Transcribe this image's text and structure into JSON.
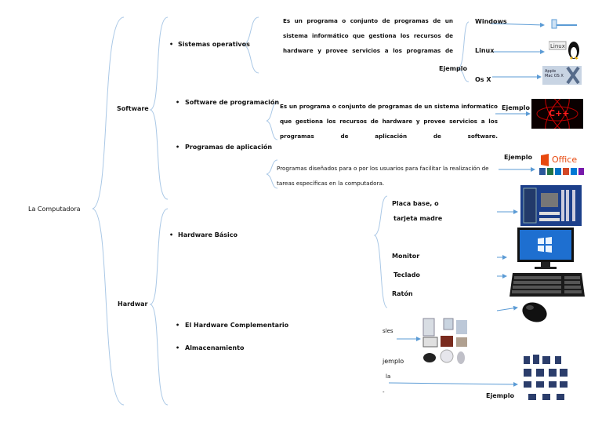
{
  "root": {
    "label": "La Computadora"
  },
  "software": {
    "label": "Software",
    "so": {
      "label": "Sistemas operativos",
      "definition": "Es un programa o conjunto de programas de un sistema informático que gestiona los recursos de hardware y provee servicios a los programas de",
      "example_label": "Ejemplo",
      "examples": [
        "Windows",
        "Linux",
        "Os X"
      ]
    },
    "prog": {
      "label": "Software de programación",
      "definition": "Es un programa o conjunto de programas de un sistema informatico que gestiona los recursos de hardware y provee servicios a los programas de aplicación de software.",
      "example_label": "Ejemplo",
      "logo_text": "C++"
    },
    "apps": {
      "label": "Programas de aplicación",
      "definition": "Programas diseñados para o por los usuarios para facilitar la realización de tareas específicas en la computadora.",
      "example_label": "Ejemplo",
      "logo_text": "Office"
    }
  },
  "hardware": {
    "label": "Hardwar",
    "basic": {
      "label": "Hardware Básico",
      "items": [
        "Placa base, o",
        "tarjeta madre",
        "Monitor",
        "Teclado",
        "Ratón"
      ]
    },
    "complementary": {
      "label": "El Hardware Complementario",
      "fragments": [
        "sles",
        "jemplo",
        "la",
        "-"
      ]
    },
    "storage": {
      "label": "Almacenamiento",
      "example_label": "Ejemplo"
    }
  },
  "colors": {
    "brace": "#aac8e6",
    "arrow": "#5b9bd5"
  }
}
